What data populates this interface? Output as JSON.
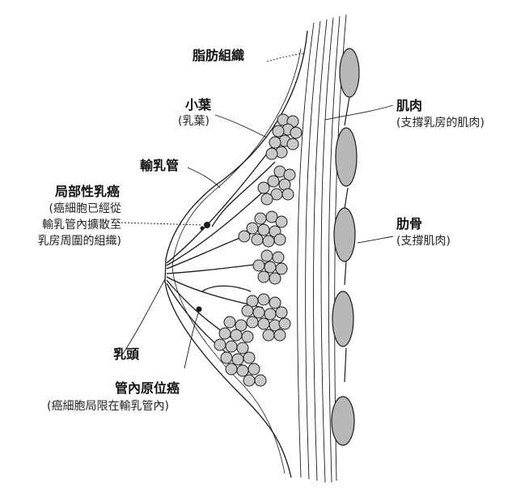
{
  "labels": {
    "fat": "脂肪組織",
    "lobule": "小葉",
    "lobule_sub": "(乳葉)",
    "duct": "輸乳管",
    "local_cancer": "局部性乳癌",
    "local_cancer_sub": [
      "(癌細胞已經從",
      "輸乳管內擴散至",
      "乳房周圍的組織)"
    ],
    "nipple": "乳頭",
    "dcis": "管內原位癌",
    "dcis_sub": "(癌細胞局限在輸乳管內)",
    "muscle": "肌肉",
    "muscle_sub": "(支撐乳房的肌肉)",
    "rib": "肋骨",
    "rib_sub": "(支撐肌肉)"
  },
  "colors": {
    "line": "#1a1a1a",
    "rib_fill": "#b8b8b8",
    "lobule_fill": "#c9c9c9"
  }
}
